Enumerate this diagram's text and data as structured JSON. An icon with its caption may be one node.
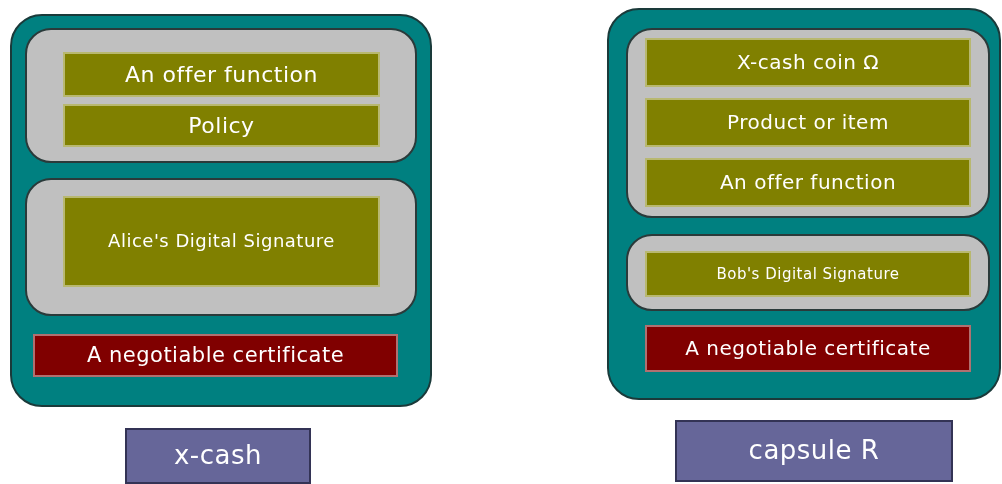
{
  "diagram": {
    "nodes": [
      {
        "text": [],
        "shape": "box"
      },
      {
        "text": [],
        "shape": "box",
        "in": 0
      },
      {
        "text": [
          "An offer function"
        ],
        "in": 1
      },
      {
        "text": [
          "Policy"
        ],
        "in": 1
      },
      {
        "text": [],
        "shape": "box",
        "in": 0
      },
      {
        "text": [
          "Alice's Digital Signature"
        ],
        "in": 4
      },
      {
        "text": [
          "A negotiable certificate"
        ],
        "in": 0
      },
      {
        "text": [
          "x-cash"
        ]
      },
      {
        "text": [],
        "shape": "box"
      },
      {
        "text": [],
        "shape": "box",
        "in": 8
      },
      {
        "text": [
          "X-cash coin Ω"
        ],
        "in": 9
      },
      {
        "text": [
          "Product or item"
        ],
        "in": 9
      },
      {
        "text": [
          "An offer function"
        ],
        "in": 9
      },
      {
        "text": [],
        "shape": "box",
        "in": 8
      },
      {
        "text": [
          "Bob's Digital Signature"
        ],
        "in": 13
      },
      {
        "text": [
          "A negotiable certificate"
        ],
        "in": 8
      },
      {
        "text": [
          "capsule R"
        ]
      }
    ],
    "edges": []
  }
}
